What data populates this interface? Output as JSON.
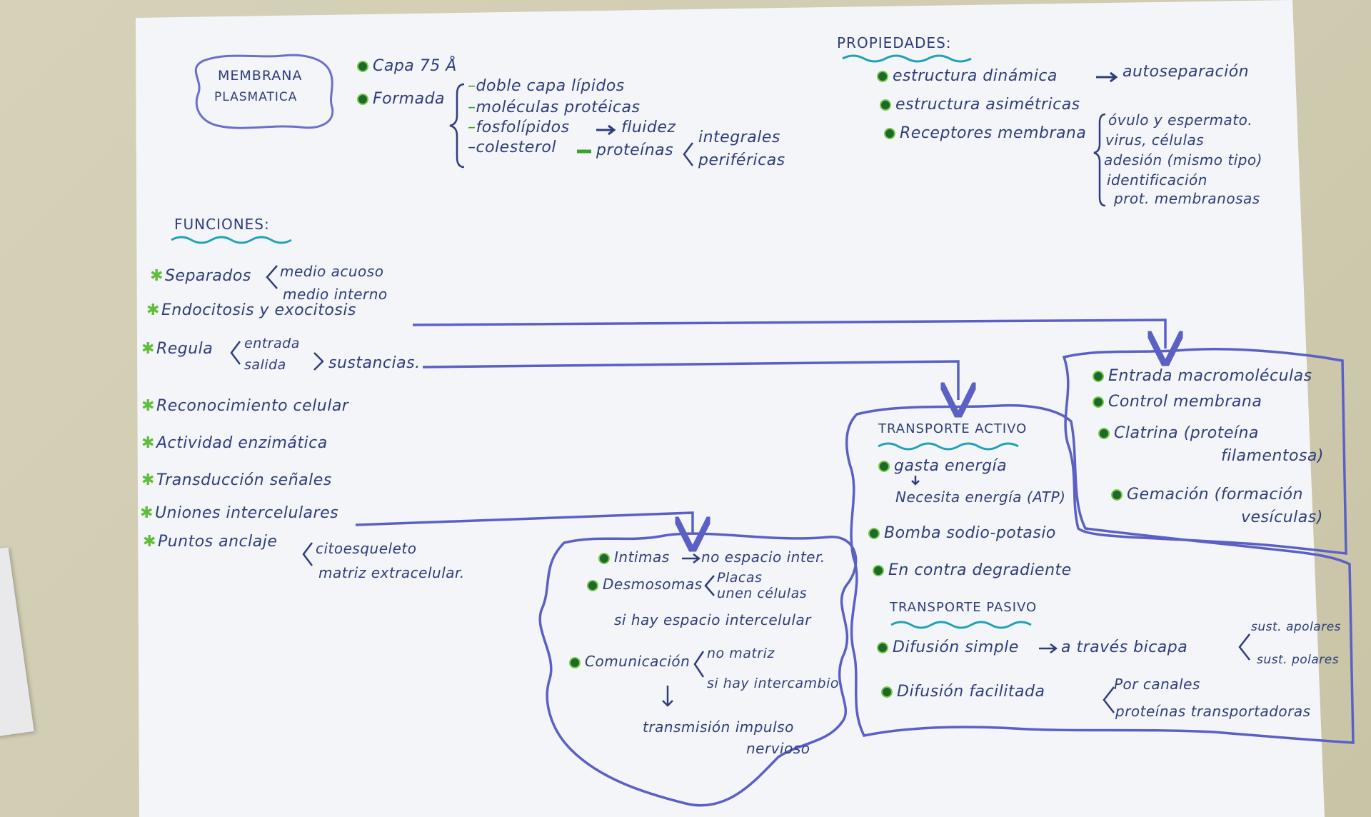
{
  "colors": {
    "ink": "#2f3e7a",
    "outline": "#5b60c4",
    "wave": "#1fa3b5",
    "bullet": "#1c6a2a",
    "bullet_ring": "#7cc94a",
    "paper": "#f4f5f9"
  },
  "membrana": {
    "title_line1": "MEMBRANA",
    "title_line2": "PLASMATICA",
    "capa": "Capa 75 Å",
    "formada": "Formada",
    "items": [
      "doble capa lípidos",
      "moléculas protéicas",
      "fosfolípidos",
      "colesterol"
    ],
    "fluidez": "fluidez",
    "proteinas": "proteínas",
    "proteinas_tipos": [
      "integrales",
      "periféricas"
    ]
  },
  "propiedades": {
    "title": "PROPIEDADES:",
    "items": [
      "estructura dinámica",
      "estructura asimétricas",
      "Receptores membrana"
    ],
    "autoseparacion": "autoseparación",
    "receptores_sub": [
      "óvulo y espermato.",
      "virus, células",
      "adesión (mismo tipo)",
      "identificación",
      "prot. membranosas"
    ]
  },
  "funciones": {
    "title": "FUNCIONES:",
    "separados": "Separados",
    "separados_sub": [
      "medio acuoso",
      "medio interno"
    ],
    "endocitosis": "Endocitosis y exocitosis",
    "regula": "Regula",
    "regula_sub": [
      "entrada",
      "salida"
    ],
    "sustancias": "sustancias.",
    "reconocimiento": "Reconocimiento celular",
    "actividad": "Actividad enzimática",
    "transduccion": "Transducción señales",
    "uniones": "Uniones intercelulares",
    "puntos": "Puntos anclaje",
    "puntos_sub": [
      "citoesqueleto",
      "matriz extracelular."
    ]
  },
  "uniones_box": {
    "intimas": "Intimas",
    "intimas_desc": "no espacio inter.",
    "desmosomas": "Desmosomas",
    "desmosomas_sub": [
      "Placas",
      "unen células"
    ],
    "espacio": "si hay espacio intercelular",
    "comunicacion": "Comunicación",
    "comunicacion_sub": [
      "no matriz",
      "si hay intercambio"
    ],
    "transmision": "transmisión impulso",
    "nervioso": "nervioso"
  },
  "endocitosis_box": {
    "items": [
      "Entrada macromoléculas",
      "Control membrana",
      "Clatrina (proteína",
      "Gemación (formación"
    ],
    "clatrina_cont": "filamentosa)",
    "gemacion_cont": "vesículas)"
  },
  "transporte": {
    "activo_title": "TRANSPORTE ACTIVO",
    "gasta": "gasta energía",
    "necesita": "Necesita energía (ATP)",
    "bomba": "Bomba sodio-potasio",
    "contra": "En contra degradiente",
    "pasivo_title": "TRANSPORTE PASIVO",
    "difusion_simple": "Difusión simple",
    "a_traves": "a través bicapa",
    "bicapa_sub": [
      "sust. apolares",
      "sust. polares"
    ],
    "difusion_facilitada": "Difusión facilitada",
    "facilitada_sub": [
      "Por canales",
      "proteínas transportadoras"
    ]
  }
}
